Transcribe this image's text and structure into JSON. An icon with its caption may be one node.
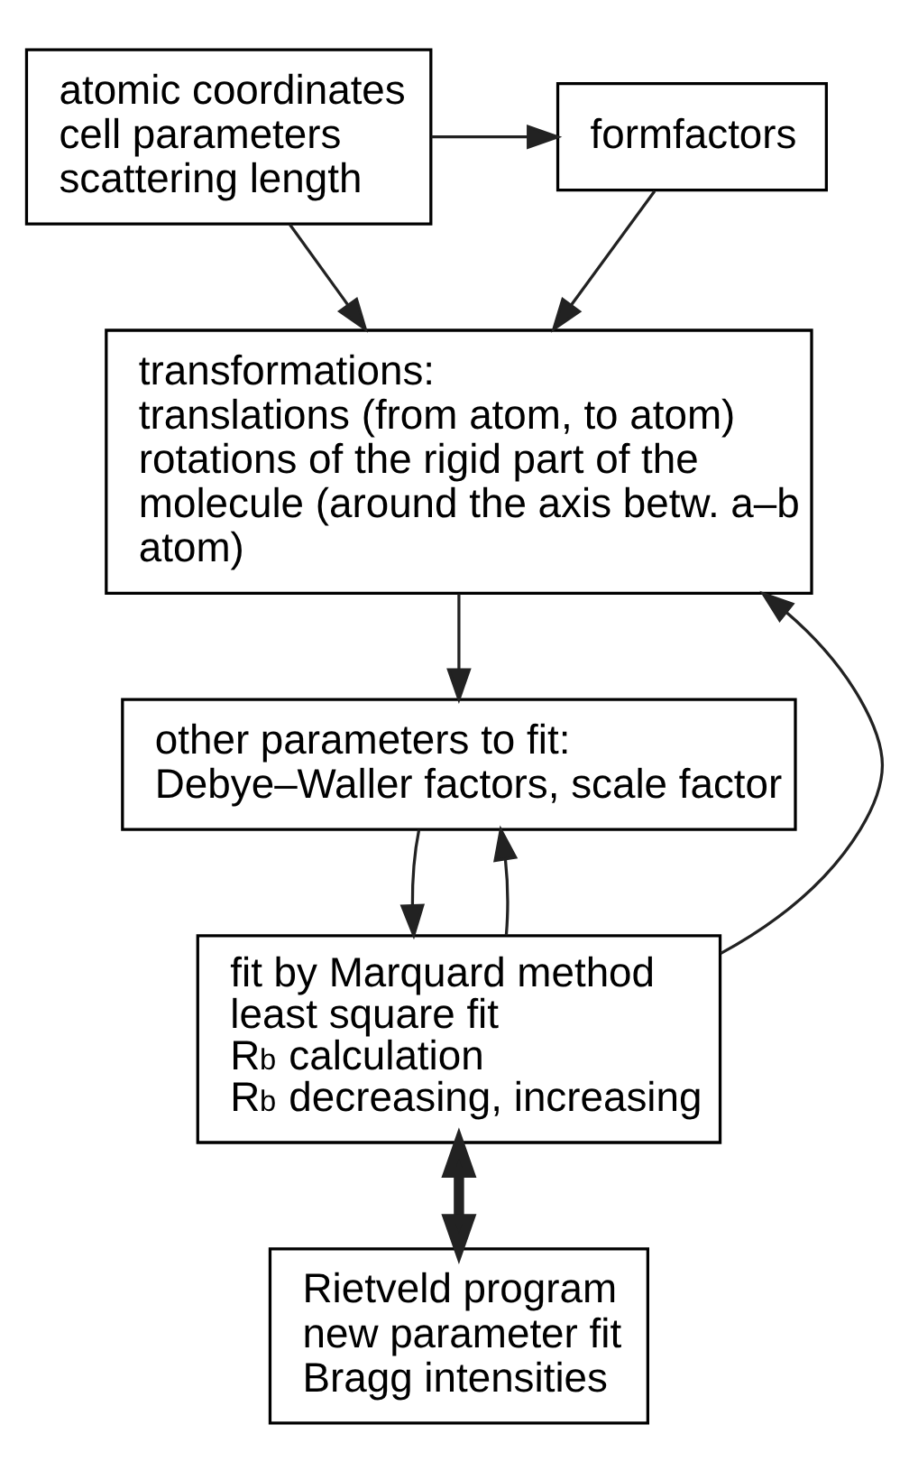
{
  "diagram": {
    "nodes": [
      {
        "text": [
          "atomic coordinates",
          "cell parameters",
          "scattering length"
        ]
      },
      {
        "text": [
          "formfactors"
        ]
      },
      {
        "text": [
          "transformations:",
          "translations (from atom, to atom)",
          "rotations of the rigid part of the molecule (around the axis betw. a–b atom)"
        ]
      },
      {
        "text": [
          "other parameters to fit:",
          "Debye–Waller factors, scale factor"
        ]
      },
      {
        "text": [
          "fit by Marquard method",
          "least square fit",
          "R$_{b}$ calculation",
          "R$_{b}$ decreasing, increasing"
        ]
      },
      {
        "text": [
          "Rietveld program",
          "new parameter fit",
          "Bragg intensities"
        ]
      }
    ],
    "edges": [
      {
        "from": 0,
        "to": 1,
        "arrow": "to"
      },
      {
        "from": 0,
        "to": 2,
        "arrow": "to"
      },
      {
        "from": 1,
        "to": 2,
        "arrow": "to"
      },
      {
        "from": 2,
        "to": 3,
        "arrow": "to"
      },
      {
        "from": 3,
        "to": 4,
        "arrow": "to"
      },
      {
        "from": 4,
        "to": 5,
        "arrow": "both",
        "style": "thick"
      },
      {
        "from": 4,
        "to": 2,
        "arrow": "to"
      },
      {
        "from": 4,
        "to": 3,
        "arrow": "to"
      }
    ]
  }
}
